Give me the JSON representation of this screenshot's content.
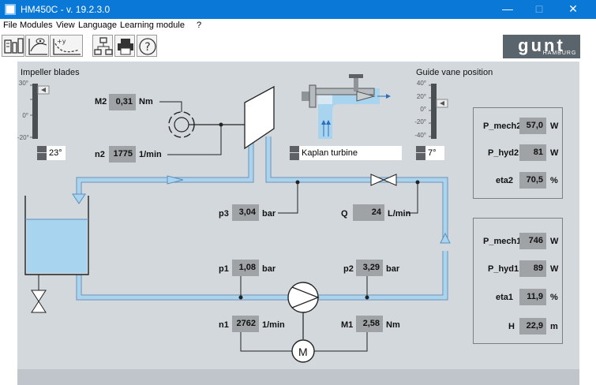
{
  "window": {
    "title": "HM450C - v. 19.2.3.0",
    "minimize": "—",
    "maximize": "□",
    "close": "✕"
  },
  "menu": [
    "File",
    "Modules",
    "View",
    "Language",
    "Learning module",
    "?"
  ],
  "logo": {
    "text": "gunt",
    "sub": "HAMBURG"
  },
  "impeller": {
    "label": "Impeller blades",
    "ticks": [
      "30°",
      "0°",
      "-20°"
    ],
    "value": "23°",
    "level": 0.87
  },
  "guide_vane": {
    "label": "Guide vane position",
    "ticks": [
      "40°",
      "20°",
      "0°",
      "-20°",
      "-40°"
    ],
    "value": "7°",
    "level": 0.58
  },
  "turbine": {
    "selected": "Kaplan turbine"
  },
  "readings": {
    "M2": {
      "name": "M2",
      "value": "0,31",
      "unit": "Nm"
    },
    "n2": {
      "name": "n2",
      "value": "1775",
      "unit": "1/min"
    },
    "p3": {
      "name": "p3",
      "value": "3,04",
      "unit": "bar"
    },
    "Q": {
      "name": "Q",
      "value": "24",
      "unit": "L/min"
    },
    "p1": {
      "name": "p1",
      "value": "1,08",
      "unit": "bar"
    },
    "p2": {
      "name": "p2",
      "value": "3,29",
      "unit": "bar"
    },
    "n1": {
      "name": "n1",
      "value": "2762",
      "unit": "1/min"
    },
    "M1": {
      "name": "M1",
      "value": "2,58",
      "unit": "Nm"
    }
  },
  "panel_top": [
    {
      "name": "P_mech2",
      "value": "57,0",
      "unit": "W"
    },
    {
      "name": "P_hyd2",
      "value": "81",
      "unit": "W"
    },
    {
      "name": "eta2",
      "value": "70,5",
      "unit": "%"
    }
  ],
  "panel_bottom": [
    {
      "name": "P_mech1",
      "value": "746",
      "unit": "W"
    },
    {
      "name": "P_hyd1",
      "value": "89",
      "unit": "W"
    },
    {
      "name": "eta1",
      "value": "11,9",
      "unit": "%"
    },
    {
      "name": "H",
      "value": "22,9",
      "unit": "m"
    }
  ],
  "motor": {
    "letter": "M"
  },
  "colors": {
    "titlebar": "#0a78d7",
    "panel_bg": "#d3d8dc",
    "pipe": "#6aa6d6",
    "water": "#a9d4f0",
    "value_box": "#9fa3a6"
  }
}
